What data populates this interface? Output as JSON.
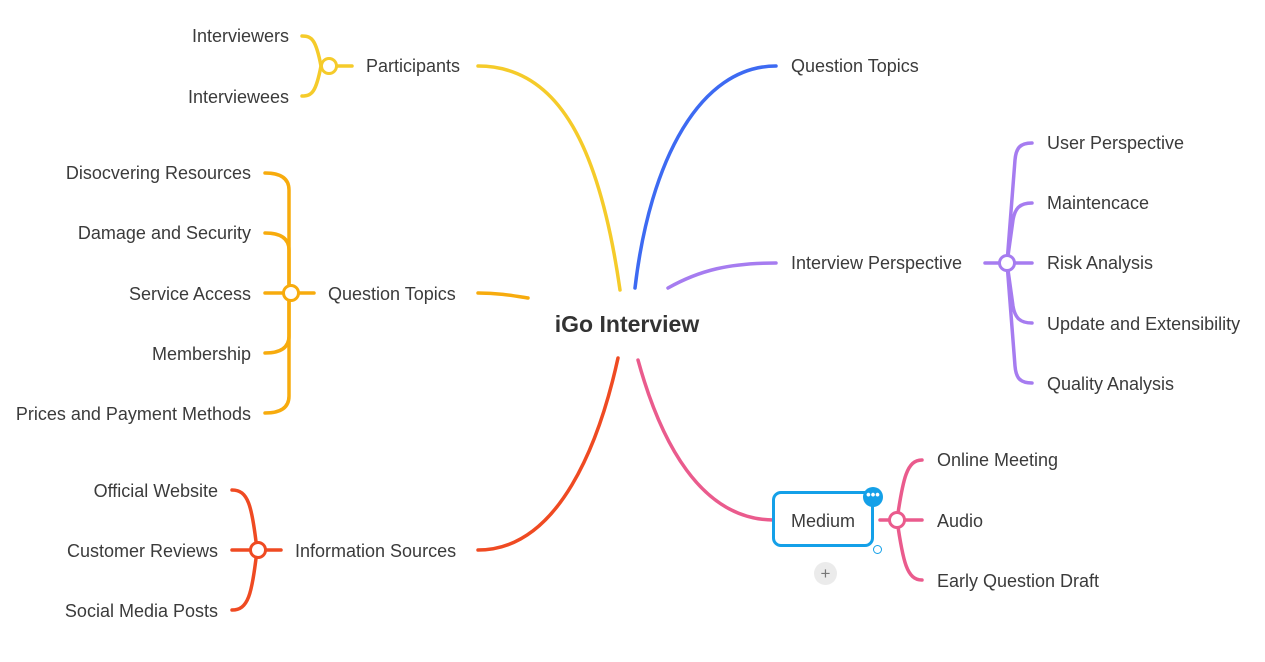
{
  "central": "iGo Interview",
  "colors": {
    "yellow": "#f5cb2a",
    "orange": "#f7ab0d",
    "red": "#ef4a22",
    "blue": "#3d6af2",
    "purple": "#a67cf0",
    "pink": "#ea5b8d",
    "selection": "#14a0e8"
  },
  "branches": {
    "participants": {
      "label": "Participants",
      "children": [
        "Interviewers",
        "Interviewees"
      ]
    },
    "question_topics_left": {
      "label": "Question Topics",
      "children": [
        "Disocvering Resources",
        "Damage and Security",
        "Service Access",
        "Membership",
        "Prices and Payment Methods"
      ]
    },
    "information_sources": {
      "label": "Information Sources",
      "children": [
        "Official Website",
        "Customer Reviews",
        "Social Media Posts"
      ]
    },
    "question_topics_right": {
      "label": "Question Topics"
    },
    "interview_perspective": {
      "label": "Interview Perspective",
      "children": [
        "User Perspective",
        "Maintencace",
        "Risk Analysis",
        "Update and Extensibility",
        "Quality Analysis"
      ]
    },
    "medium": {
      "label": "Medium",
      "children": [
        "Online Meeting",
        "Audio",
        "Early Question Draft"
      ]
    }
  },
  "controls": {
    "more_icon": "more-horizontal-icon",
    "more_glyph": "•••",
    "add_icon": "plus-icon",
    "add_glyph": "+"
  }
}
